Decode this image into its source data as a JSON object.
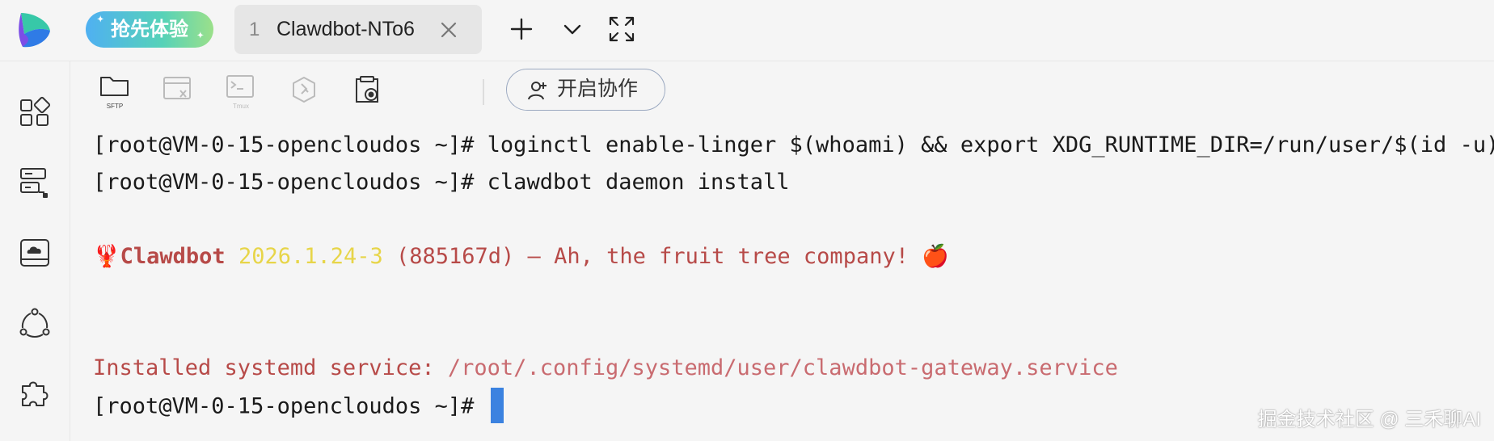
{
  "topbar": {
    "beta_label": "抢先体验",
    "tab": {
      "number": "1",
      "title": "Clawdbot-NTo6"
    },
    "icons": [
      "plus-icon",
      "chevron-down-icon",
      "fullscreen-icon"
    ]
  },
  "sidebar": {
    "items": [
      "apps-grid-icon",
      "server-list-icon",
      "cloud-disk-icon",
      "share-network-icon",
      "plugin-puzzle-icon"
    ]
  },
  "toolbar": {
    "sftp_label": "SFTP",
    "tmux_label": "Tmux",
    "collab_label": "开启协作"
  },
  "terminal": {
    "prompt": "[root@VM-0-15-opencloudos ~]# ",
    "cmd1": "loginctl enable-linger $(whoami) && export XDG_RUNTIME_DIR=/run/user/$(id -u)",
    "cmd2": "clawdbot daemon install",
    "banner_emoji": "🦞",
    "banner_name": "Clawdbot",
    "banner_version": "2026.1.24-3",
    "banner_rest": " (885167d) — Ah, the fruit tree company! ",
    "banner_apple": "🍎",
    "installed_label": "Installed systemd service: ",
    "installed_path": "/root/.config/systemd/user/clawdbot-gateway.service"
  },
  "watermark": "掘金技术社区 @ 三禾聊AI",
  "colors": {
    "accent": "#3b82e0",
    "terminal_red": "#b74a48",
    "terminal_yellow": "#e7d549",
    "background": "#f5f5f5"
  }
}
